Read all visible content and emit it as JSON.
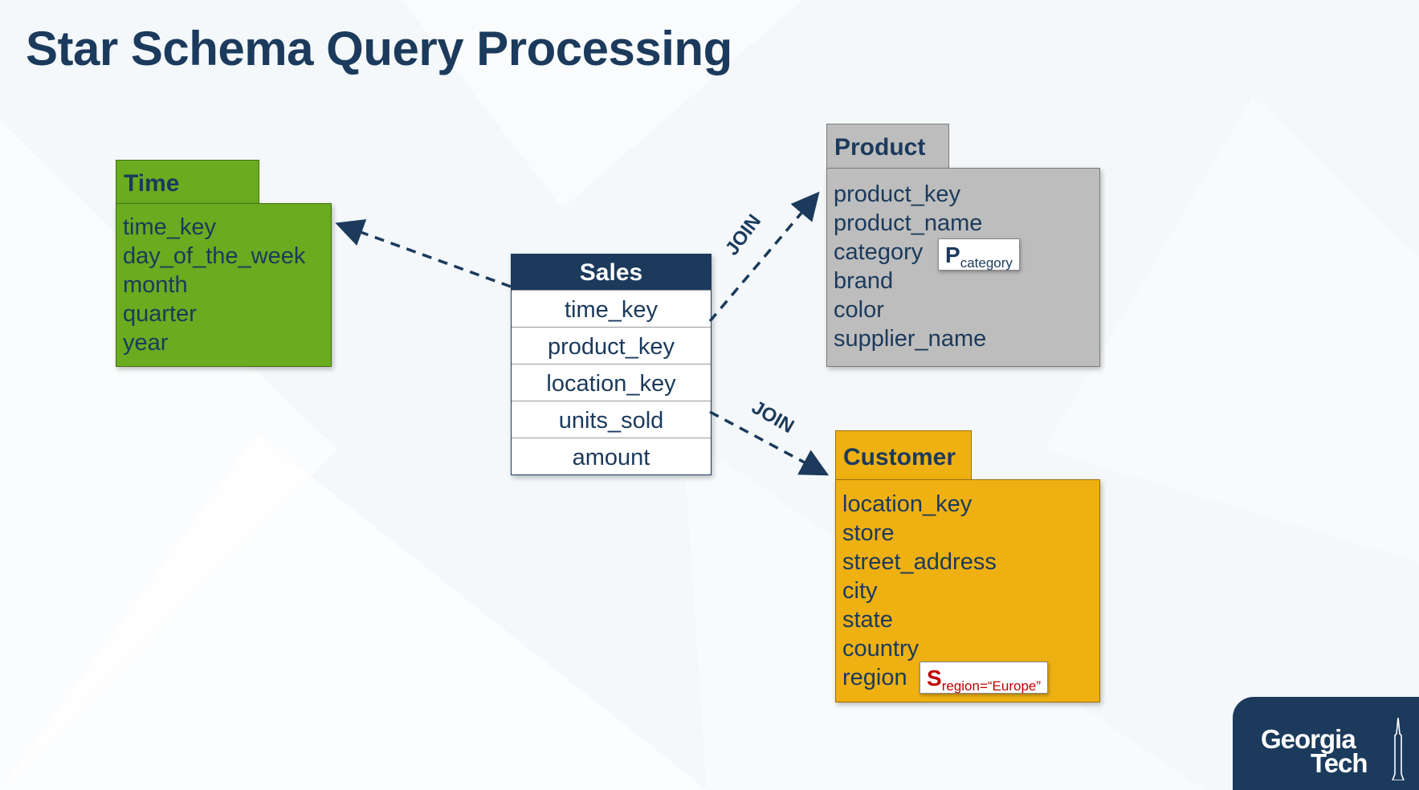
{
  "title": "Star Schema Query Processing",
  "tables": {
    "time": {
      "name": "Time",
      "fields": [
        "time_key",
        "day_of_the_week",
        "month",
        "quarter",
        "year"
      ],
      "color": "#6aab1f"
    },
    "sales": {
      "name": "Sales",
      "fields": [
        "time_key",
        "product_key",
        "location_key",
        "units_sold",
        "amount"
      ],
      "color": "#1b3a5c"
    },
    "product": {
      "name": "Product",
      "fields": [
        "product_key",
        "product_name",
        "category",
        "brand",
        "color",
        "supplier_name"
      ],
      "color": "#bdbdbd"
    },
    "customer": {
      "name": "Customer",
      "fields": [
        "location_key",
        "store",
        "street_address",
        "city",
        "state",
        "country",
        "region"
      ],
      "color": "#efb012"
    }
  },
  "predicates": {
    "product": {
      "symbol": "P",
      "subscript": "category"
    },
    "customer": {
      "symbol": "S",
      "subscript": "region=“Europe”",
      "color": "#c00000"
    }
  },
  "joins": {
    "product": "JOIN",
    "customer": "JOIN"
  },
  "logo": {
    "line1": "Georgia",
    "line2": "Tech"
  }
}
